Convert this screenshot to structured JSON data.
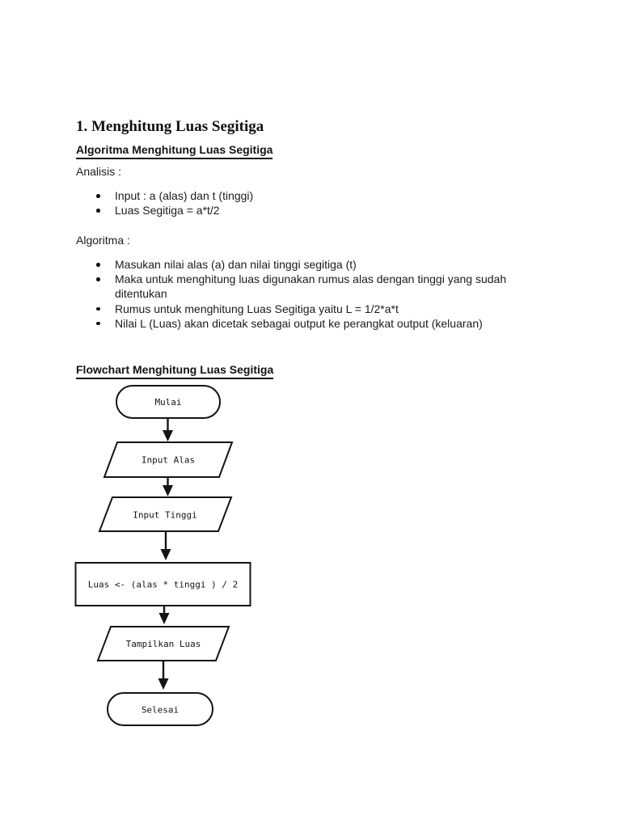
{
  "document": {
    "title": "1. Menghitung Luas Segitiga",
    "algoritma_section": {
      "heading": "Algoritma Menghitung Luas Segitiga",
      "analysis_label": "Analisis :",
      "analysis_items": [
        "Input : a (alas) dan t (tinggi)",
        "Luas Segitiga = a*t/2"
      ],
      "algorithm_label": "Algoritma :",
      "algorithm_items": [
        "Masukan nilai alas (a) dan nilai tinggi segitiga (t)",
        "Maka untuk menghitung luas digunakan rumus alas dengan tinggi yang sudah ditentukan",
        "Rumus untuk menghitung Luas Segitiga yaitu L = 1/2*a*t",
        "Nilai L (Luas) akan dicetak sebagai output ke perangkat output (keluaran)"
      ]
    },
    "flowchart_section": {
      "heading": "Flowchart Menghitung Luas Segitiga",
      "nodes": [
        {
          "type": "terminator",
          "label": "Mulai"
        },
        {
          "type": "input",
          "label": "Input Alas"
        },
        {
          "type": "input",
          "label": "Input Tinggi"
        },
        {
          "type": "process",
          "label": "Luas <- (alas * tinggi ) / 2"
        },
        {
          "type": "output",
          "label": "Tampilkan Luas"
        },
        {
          "type": "terminator",
          "label": "Selesai"
        }
      ],
      "stroke_color": "#141414",
      "fill_color": "#ffffff"
    }
  }
}
